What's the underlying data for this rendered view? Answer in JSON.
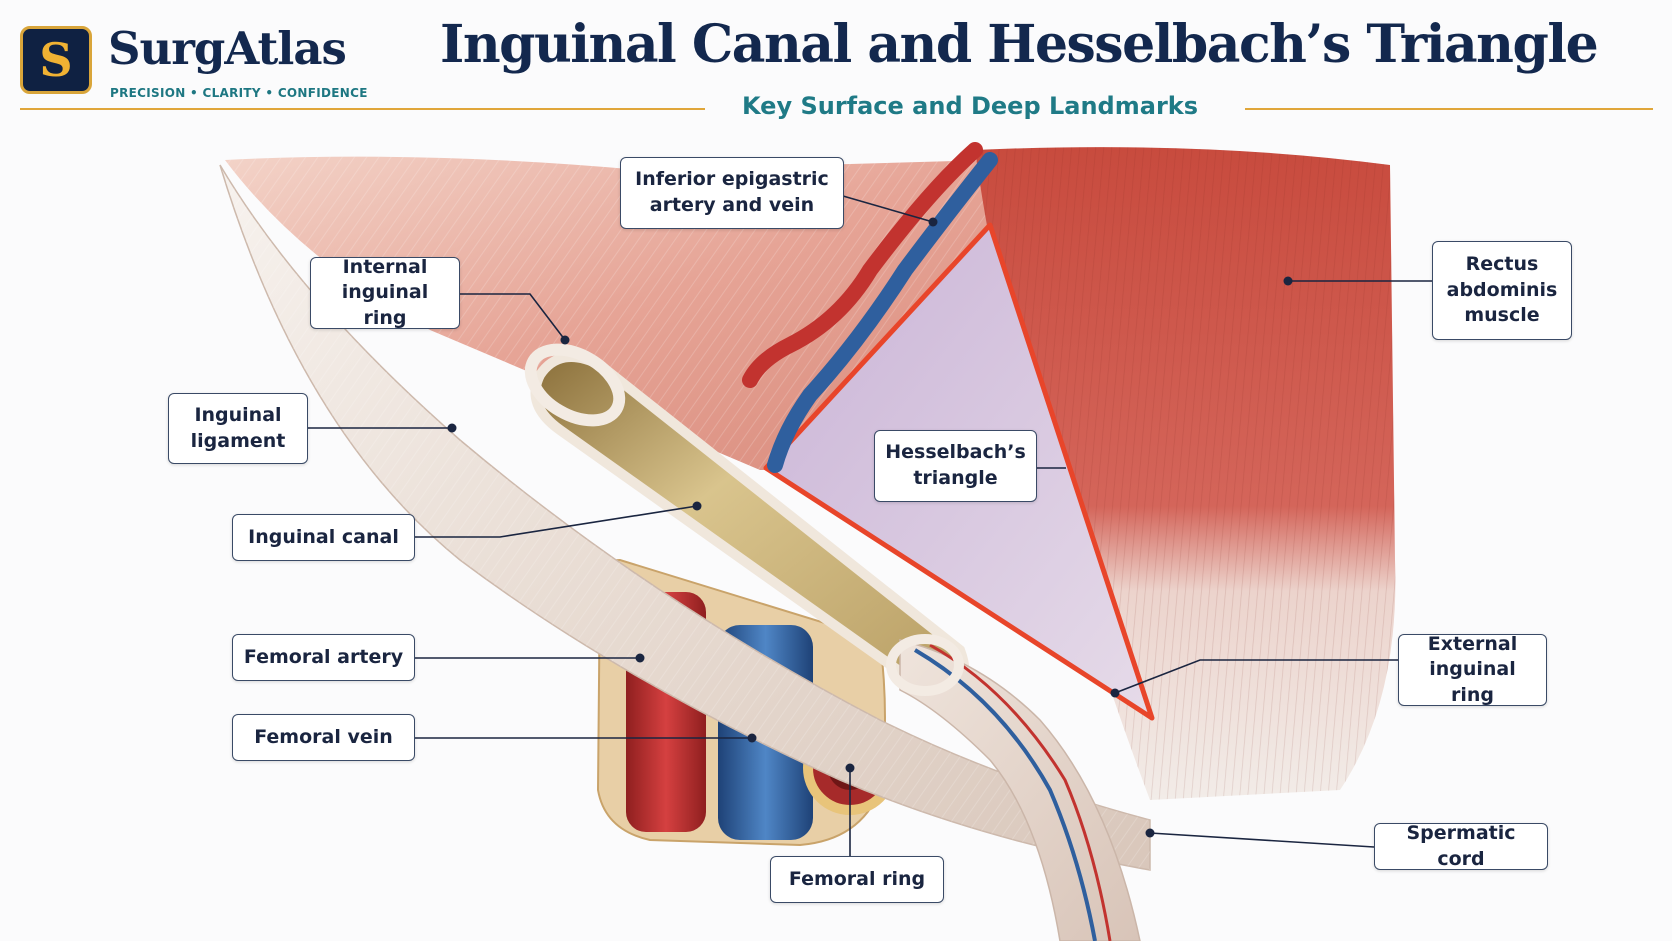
{
  "brand": {
    "logo_letter": "S",
    "name": "SurgAtlas",
    "tagline": "PRECISION • CLARITY • CONFIDENCE"
  },
  "header": {
    "title": "Inguinal Canal and Hesselbach’s Triangle",
    "subtitle": "Key Surface and Deep Landmarks"
  },
  "labels": {
    "inferior_epigastric": "Inferior epigastric\nartery and vein",
    "internal_ring": "Internal\ninguinal ring",
    "inguinal_ligament": "Inguinal\nligament",
    "inguinal_canal": "Inguinal canal",
    "femoral_artery": "Femoral artery",
    "femoral_vein": "Femoral vein",
    "femoral_ring": "Femoral ring",
    "hesselbach": "Hesselbach’s\ntriangle",
    "rectus": "Rectus\nabdominis\nmuscle",
    "external_ring": "External\ninguinal ring",
    "spermatic_cord": "Spermatic cord"
  },
  "colors": {
    "navy": "#13284e",
    "teal": "#1f7a86",
    "gold": "#e0a63a",
    "triangle_outline": "#e8452a",
    "artery": "#c2332f",
    "vein": "#2f5f9e"
  }
}
